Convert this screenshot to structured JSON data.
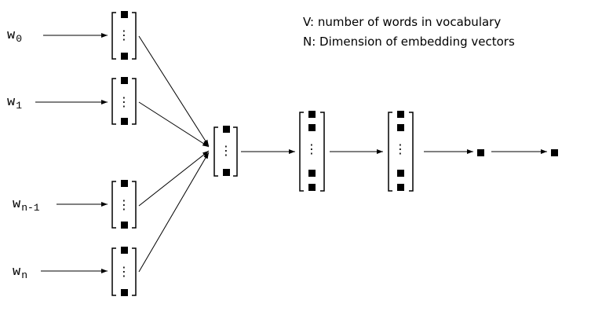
{
  "legend": {
    "line1": "V: number of words in vocabulary",
    "line2": "N: Dimension of embedding vectors"
  },
  "inputs": [
    {
      "base": "w",
      "sub": "0"
    },
    {
      "base": "w",
      "sub": "1"
    },
    {
      "base": "w",
      "sub": "n-1"
    },
    {
      "base": "w",
      "sub": "n"
    }
  ],
  "vector_glyph": "⋮",
  "colors": {
    "ink": "#000000",
    "background": "#ffffff"
  },
  "icons": {
    "vector_cell": "filled-square-icon",
    "arrow": "arrowhead-icon"
  }
}
